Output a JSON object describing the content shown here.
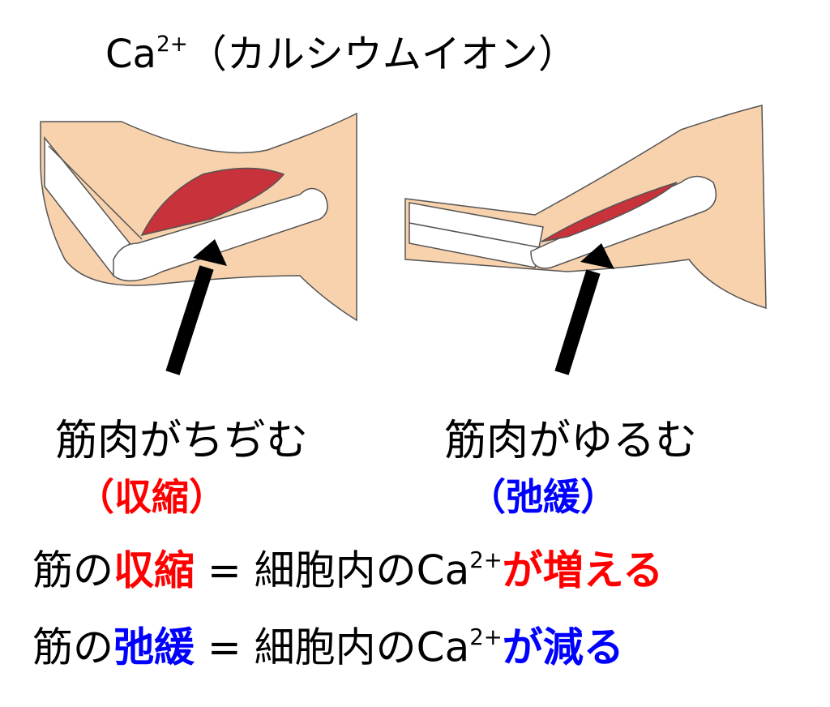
{
  "title": {
    "prefix": "Ca",
    "sup": "2+",
    "suffix": "（カルシウムイオン）"
  },
  "left": {
    "caption": "筋肉がちぢむ",
    "term": "（収縮）"
  },
  "right": {
    "caption": "筋肉がゆるむ",
    "term": "（弛緩）"
  },
  "line1": {
    "a": "筋の",
    "b": "収縮",
    "c": " = 細胞内のCa",
    "sup": "2+",
    "d": "が増える"
  },
  "line2": {
    "a": "筋の",
    "b": "弛緩",
    "c": " = 細胞内のCa",
    "sup": "2+",
    "d": "が減る"
  },
  "colors": {
    "red": "#ff0000",
    "blue": "#0000ff",
    "skin": "#f7d2ad",
    "muscle": "#c8323a"
  }
}
